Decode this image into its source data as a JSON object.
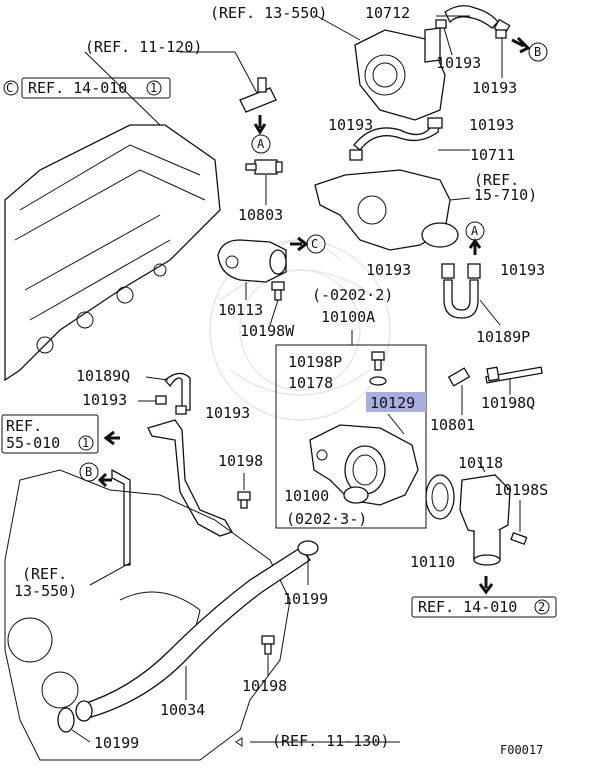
{
  "labels": {
    "p10712": "10712",
    "p10193_a": "10193",
    "p10193_b": "10193",
    "p10193_c": "10193",
    "p10193_d": "10193",
    "p10193_e": "10193",
    "p10193_f": "10193",
    "p10193_g": "10193",
    "p10193_h": "10193",
    "p10711": "10711",
    "p10803": "10803",
    "p10113": "10113",
    "p10198W": "10198W",
    "p10100A": "10100A",
    "p10198P": "10198P",
    "p10178": "10178",
    "p10129": "10129",
    "p10801": "10801",
    "p10189P": "10189P",
    "p10198Q": "10198Q",
    "p10189Q": "10189Q",
    "p10198_a": "10198",
    "p10198_b": "10198",
    "p10100": "10100",
    "p10118": "10118",
    "p10198S": "10198S",
    "p10110": "10110",
    "p10199_a": "10199",
    "p10199_b": "10199",
    "p10034": "10034"
  },
  "refs": {
    "ref_13_550_top": "(REF. 13-550)",
    "ref_11_120": "(REF. 11-120)",
    "ref_14_010_1": "REF. 14-010",
    "ref_14_010_1_num": "1",
    "ref_15_710_l1": "(REF.",
    "ref_15_710_l2": "15-710)",
    "ref_55_010_l1": "REF.",
    "ref_55_010_l2": "55-010",
    "ref_55_010_num": "1",
    "ref_13_550_bot_l1": "(REF.",
    "ref_13_550_bot_l2": "13-550)",
    "ref_14_010_2": "REF. 14-010",
    "ref_14_010_2_num": "2",
    "ref_11_130": "(REF. 11-130)"
  },
  "date_codes": {
    "upper": "(-0202·2)",
    "lower": "(0202·3-)"
  },
  "connectors": {
    "A1": "A",
    "A2": "A",
    "B1": "B",
    "B2": "B",
    "C1": "C",
    "C2": "C"
  },
  "figure_code": "F00017",
  "highlight_color": "#a9aee0"
}
